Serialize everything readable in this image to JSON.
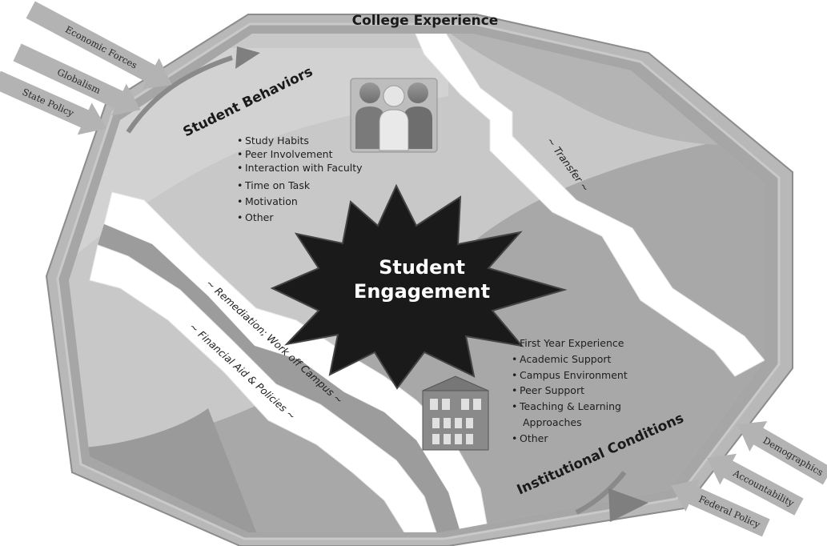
{
  "title": "College Experience",
  "center_label": [
    "Student",
    "Engagement"
  ],
  "student_behaviors": {
    "heading": "Student Behaviors",
    "items": [
      "Study Habits",
      "Peer Involvement",
      "Interaction with Faculty",
      "Time on Task",
      "Motivation",
      "Other"
    ]
  },
  "institutional_conditions": {
    "heading": "Institutional Conditions",
    "items": [
      "First Year Experience",
      "Academic Support",
      "Campus Environment",
      "Peer Support",
      "Teaching & Learning",
      "Approaches",
      "Other"
    ]
  },
  "external_forces_top": [
    "Economic Forces",
    "Globalism",
    "State Policy"
  ],
  "external_forces_bottom": [
    "Demographics",
    "Accountability",
    "Federal Policy"
  ],
  "barriers": {
    "transfer": "~ Transfer ~",
    "remediation": "~ Remediation; Work off Campus ~",
    "financial": "~ Financial Aid & Policies ~"
  },
  "icons": [
    "people-icon",
    "building-icon"
  ]
}
